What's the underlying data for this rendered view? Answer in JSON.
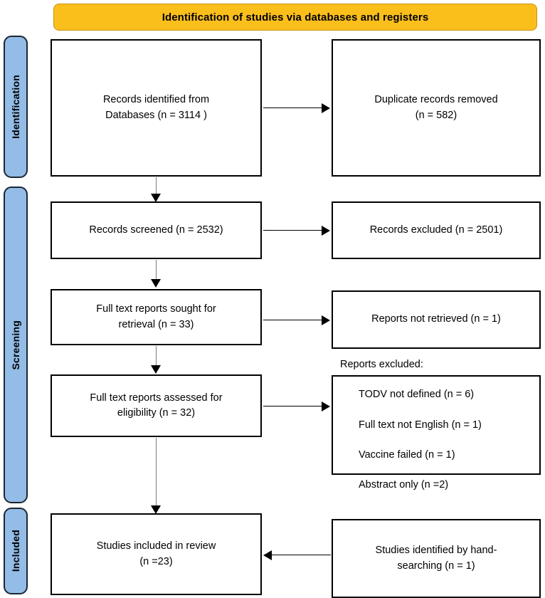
{
  "diagram": {
    "type": "prisma-flow-diagram",
    "banner": {
      "title": "Identification of studies via databases and registers",
      "color": "#FBBF1C"
    },
    "stages": [
      {
        "id": "identification",
        "label": "Identification",
        "color": "#93BCE6"
      },
      {
        "id": "screening",
        "label": "Screening",
        "color": "#93BCE6"
      },
      {
        "id": "included",
        "label": "Included",
        "color": "#93BCE6"
      }
    ],
    "boxes": {
      "records_identified": {
        "text": "Records identified from\nDatabases (n = 3114 )",
        "n": 3114
      },
      "duplicates_removed": {
        "text": "Duplicate records removed\n(n = 582)",
        "n": 582
      },
      "records_screened": {
        "text": "Records screened (n = 2532)",
        "n": 2532
      },
      "records_excluded": {
        "text": "Records excluded (n = 2501)",
        "n": 2501
      },
      "reports_sought": {
        "text": "Full text reports sought for\nretrieval (n = 33)",
        "n": 33
      },
      "reports_not_retrieved": {
        "text": "Reports not retrieved (n = 1)",
        "n": 1
      },
      "reports_assessed": {
        "text": "Full text reports assessed for\neligibility (n = 32)",
        "n": 32
      },
      "reports_excluded": {
        "title": "Reports excluded:",
        "items": [
          "TODV not defined (n = 6)",
          "Full text not English (n = 1)",
          "Vaccine failed (n = 1)",
          "Abstract only (n =2)"
        ],
        "counts": [
          6,
          1,
          1,
          2
        ]
      },
      "studies_included": {
        "text": "Studies included in review\n(n =23)",
        "n": 23
      },
      "hand_searching": {
        "text": "Studies identified by hand-\nsearching (n = 1)",
        "n": 1
      }
    }
  }
}
